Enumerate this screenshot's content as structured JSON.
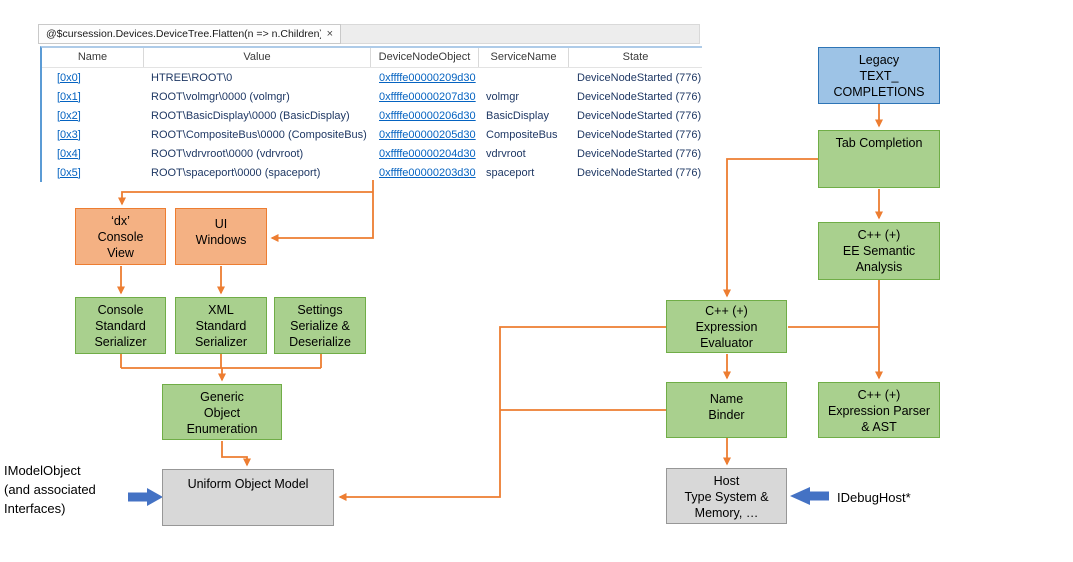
{
  "window": {
    "tab": {
      "title": "@$cursession.Devices.DeviceTree.Flatten(n => n.Children)",
      "close_glyph": "×"
    },
    "table": {
      "columns": [
        "Name",
        "Value",
        "DeviceNodeObject",
        "ServiceName",
        "State"
      ],
      "rows": [
        {
          "name": "[0x0]",
          "value": "HTREE\\ROOT\\0",
          "device_node_object": "0xffffe00000209d30",
          "service_name": "",
          "state": "DeviceNodeStarted (776)"
        },
        {
          "name": "[0x1]",
          "value": "ROOT\\volmgr\\0000 (volmgr)",
          "device_node_object": "0xffffe00000207d30",
          "service_name": "volmgr",
          "state": "DeviceNodeStarted (776)"
        },
        {
          "name": "[0x2]",
          "value": "ROOT\\BasicDisplay\\0000 (BasicDisplay)",
          "device_node_object": "0xffffe00000206d30",
          "service_name": "BasicDisplay",
          "state": "DeviceNodeStarted (776)"
        },
        {
          "name": "[0x3]",
          "value": "ROOT\\CompositeBus\\0000 (CompositeBus)",
          "device_node_object": "0xffffe00000205d30",
          "service_name": "CompositeBus",
          "state": "DeviceNodeStarted (776)"
        },
        {
          "name": "[0x4]",
          "value": "ROOT\\vdrvroot\\0000 (vdrvroot)",
          "device_node_object": "0xffffe00000204d30",
          "service_name": "vdrvroot",
          "state": "DeviceNodeStarted (776)"
        },
        {
          "name": "[0x5]",
          "value": "ROOT\\spaceport\\0000 (spaceport)",
          "device_node_object": "0xffffe00000203d30",
          "service_name": "spaceport",
          "state": "DeviceNodeStarted (776)"
        }
      ]
    }
  },
  "diagram": {
    "boxes": {
      "legacy": {
        "label": "Legacy\nTEXT_\nCOMPLETIONS"
      },
      "tab_completion": {
        "label": "Tab Completion"
      },
      "ee_semantic": {
        "label": "C++ (+)\nEE Semantic\nAnalysis"
      },
      "expression_parser": {
        "label": "C++ (+)\nExpression Parser\n& AST"
      },
      "expression_evaluator": {
        "label": "C++ (+)\nExpression\nEvaluator"
      },
      "name_binder": {
        "label": "Name\nBinder"
      },
      "host": {
        "label": "Host\nType System &\nMemory, …"
      },
      "dx_console_view": {
        "label": "‘dx’\nConsole\nView"
      },
      "ui_windows": {
        "label": "UI\nWindows"
      },
      "console_serializer": {
        "label": "Console\nStandard\nSerializer"
      },
      "xml_serializer": {
        "label": "XML\nStandard\nSerializer"
      },
      "settings_serializer": {
        "label": "Settings\nSerialize &\nDeserialize"
      },
      "generic_enumeration": {
        "label": "Generic\nObject\nEnumeration"
      },
      "uniform_object_model": {
        "label": "Uniform Object Model"
      }
    },
    "annotations": {
      "imodelobject": "IModelObject\n(and associated\nInterfaces)",
      "idebughost": "IDebugHost*"
    },
    "colors": {
      "connector_orange": "#ED7D31",
      "block_arrow_blue": "#4472C4",
      "box_green_fill": "#A9D08E",
      "box_green_border": "#70AD47",
      "box_orange_fill": "#F4B183",
      "box_orange_border": "#ED7D31",
      "box_blue_fill": "#9DC3E6",
      "box_blue_border": "#2E75B6",
      "box_gray_fill": "#D8D8D8",
      "box_gray_border": "#979797",
      "table_link_blue": "#0563C1",
      "table_text_navy": "#1F3864"
    }
  }
}
